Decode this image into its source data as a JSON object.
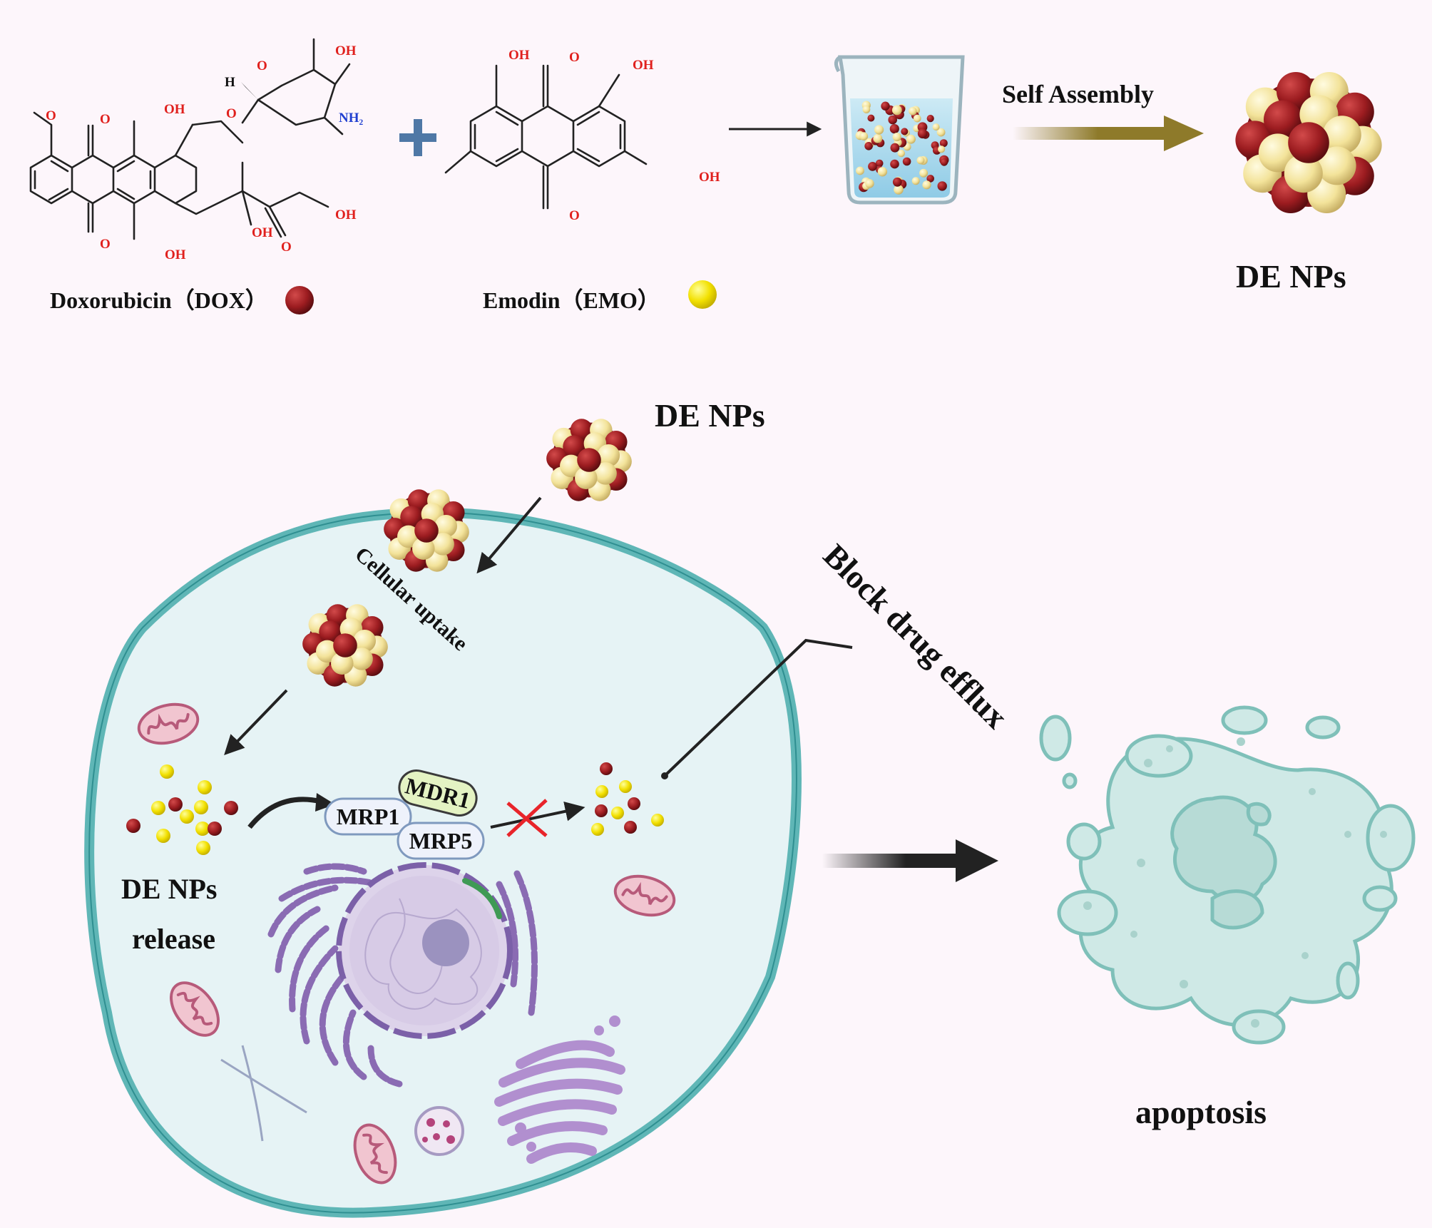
{
  "colors": {
    "dox": "#9c1c20",
    "emo": "#f3e39a",
    "free_emo": "#f2e000",
    "plus": "#4f78a6",
    "gold_arrow": "#8e7a2a",
    "cell_membrane": "#5fb6b6",
    "cell_fill": "#e6f3f5",
    "apoptosis": "#9bcfc9"
  },
  "labels": {
    "dox": "Doxorubicin（DOX）",
    "emo": "Emodin（EMO）",
    "self_assembly": "Self Assembly",
    "de_nps_top": "DE NPs",
    "de_nps_mid": "DE NPs",
    "cellular_uptake": "Cellular uptake",
    "block_drug_efflux": "Block drug efflux",
    "release_line1": "DE NPs",
    "release_line2": "release",
    "mdr1": "MDR1",
    "mrp1": "MRP1",
    "mrp5": "MRP5",
    "apoptosis": "apoptosis"
  },
  "chem": {
    "oh": "OH",
    "o": "O",
    "h": "H",
    "nh2": "NH₂"
  },
  "icons": [
    "plus-icon",
    "beaker-icon",
    "nanoparticle-icon",
    "mitochondrion-icon",
    "nucleus-icon",
    "golgi-icon",
    "lysosome-icon",
    "inhibition-cross-icon",
    "apoptotic-cell-icon"
  ]
}
